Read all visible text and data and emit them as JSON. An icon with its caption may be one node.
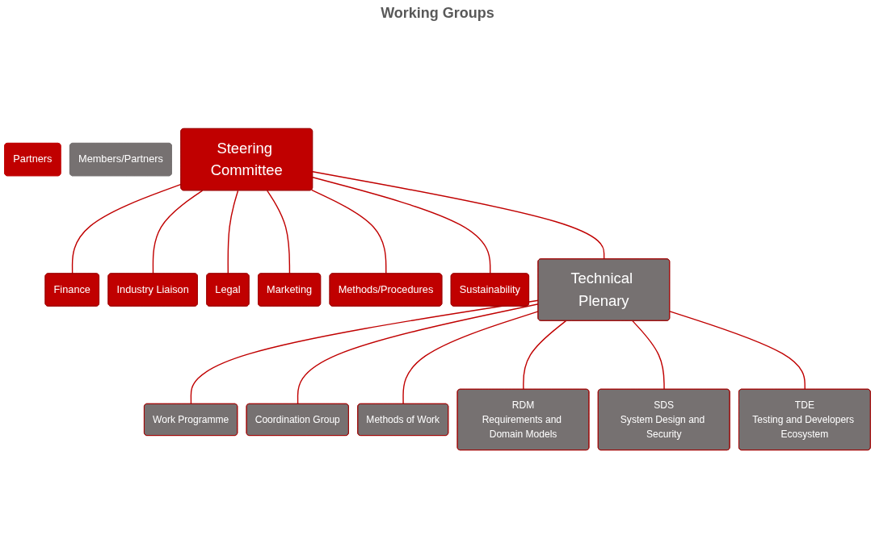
{
  "diagram": {
    "nodes": [
      {
        "text": [
          "Partners"
        ]
      },
      {
        "text": [
          "Steering Committee"
        ]
      },
      {
        "text": [
          "Finance"
        ]
      },
      {
        "text": [
          "Industry Liaison"
        ]
      },
      {
        "text": [
          "Legal"
        ]
      },
      {
        "text": [
          "Marketing"
        ]
      },
      {
        "text": [
          "Methods/Procedures"
        ]
      },
      {
        "text": [
          "Sustainability"
        ]
      },
      {
        "text": [
          "Members/Partners"
        ]
      },
      {
        "text": [
          "Technical Plenary"
        ]
      },
      {
        "text": [
          "Work Programme"
        ]
      },
      {
        "text": [
          "Coordination Group"
        ]
      },
      {
        "text": [
          "Methods of Work"
        ]
      },
      {
        "text": [
          "RDM",
          "Requirements and Domain Models"
        ]
      },
      {
        "text": [
          "SDS",
          "System Design and Security"
        ]
      },
      {
        "text": [
          "TDE",
          "Testing and Developers Ecosystem"
        ]
      }
    ],
    "edges": [
      {
        "from": 1,
        "to": 2,
        "arrow": "none"
      },
      {
        "from": 1,
        "to": 3,
        "arrow": "none"
      },
      {
        "from": 1,
        "to": 4,
        "arrow": "none"
      },
      {
        "from": 1,
        "to": 5,
        "arrow": "none"
      },
      {
        "from": 1,
        "to": 6,
        "arrow": "none"
      },
      {
        "from": 1,
        "to": 7,
        "arrow": "none"
      },
      {
        "from": 1,
        "to": 9,
        "arrow": "none"
      },
      {
        "from": 9,
        "to": 10,
        "arrow": "none"
      },
      {
        "from": 9,
        "to": 11,
        "arrow": "none"
      },
      {
        "from": 9,
        "to": 12,
        "arrow": "none"
      },
      {
        "from": 9,
        "to": 13,
        "arrow": "none"
      },
      {
        "from": 9,
        "to": 14,
        "arrow": "none"
      },
      {
        "from": 9,
        "to": 15,
        "arrow": "none"
      }
    ],
    "labels": [
      "Working Groups"
    ]
  }
}
